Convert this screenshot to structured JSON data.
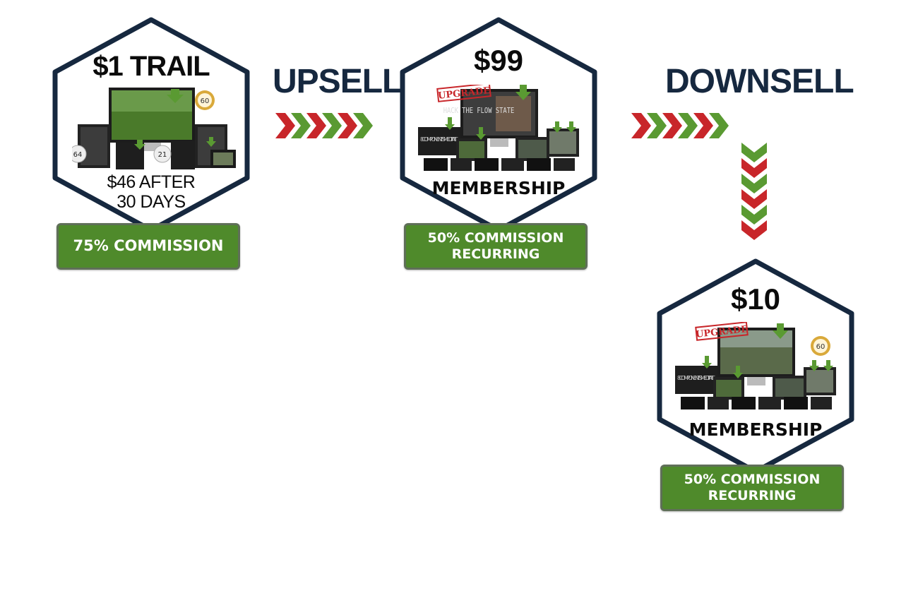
{
  "funnel": [
    {
      "price": "$1 TRAIL",
      "subtext_line1": "$46 AFTER",
      "subtext_line2": "30 DAYS",
      "commission_line1": "75% COMMISSION",
      "commission_line2": ""
    },
    {
      "price": "$99",
      "subtext_line1": "MEMBERSHIP",
      "commission_line1": "50% COMMISSION",
      "commission_line2": "RECURRING"
    },
    {
      "price": "$10",
      "subtext_line1": "MEMBERSHIP",
      "commission_line1": "50% COMMISSION",
      "commission_line2": "RECURRING"
    }
  ],
  "flow": {
    "upsell_label": "UPSELL",
    "downsell_label": "DOWNSELL"
  },
  "product_art": {
    "upgrade_stamp": "UPGRADE",
    "badge_60": "60",
    "badge_64": "64",
    "badge_21": "21",
    "meditate_text": "8COMPONENTS MEDITATE",
    "flow_state_text": "HACK THE FLOW STATE"
  },
  "colors": {
    "hex_border": "#16283f",
    "commission_green": "#4f8a2b",
    "chevron_red": "#c8262a",
    "chevron_green": "#5a9a32",
    "label_navy": "#16283f"
  }
}
